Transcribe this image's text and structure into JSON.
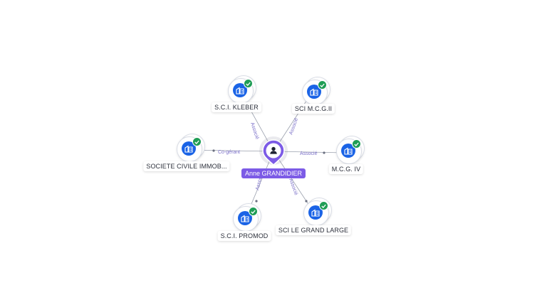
{
  "person": {
    "name": "Anne GRANDIDIER",
    "icon": "user-icon",
    "color": "#7c5be6"
  },
  "companies": [
    {
      "name": "S.C.I. KLEBER",
      "relation": "Associé",
      "verified": true
    },
    {
      "name": "SCI M.C.G.II",
      "relation": "Associé",
      "verified": true
    },
    {
      "name": "SOCIETE CIVILE IMMOB...",
      "relation": "Co-gérant",
      "verified": true
    },
    {
      "name": "M.C.G. IV",
      "relation": "Associé",
      "verified": true
    },
    {
      "name": "S.C.I. PROMOD",
      "relation": "Associé",
      "verified": true
    },
    {
      "name": "SCI LE GRAND LARGE",
      "relation": "Associé",
      "verified": true
    }
  ],
  "colors": {
    "company_disc": "#1a63e6",
    "verified_badge": "#1f9d55",
    "edge": "#9aa0ad",
    "edge_label": "#7a6fc8"
  },
  "icons": {
    "company": "building-icon",
    "verified": "check-icon"
  }
}
